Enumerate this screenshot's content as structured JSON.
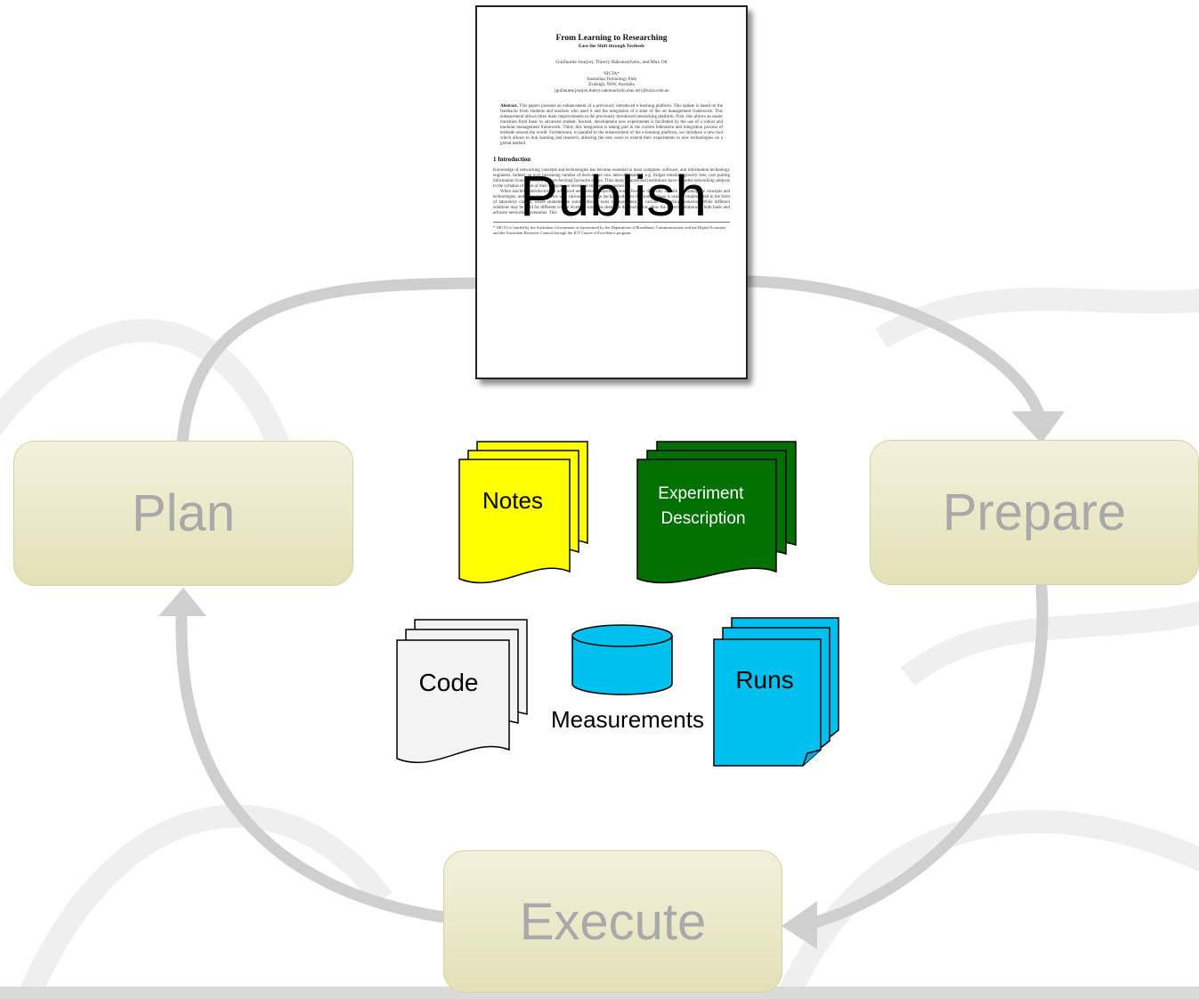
{
  "stages": {
    "plan": "Plan",
    "prepare": "Prepare",
    "execute": "Execute",
    "publish": "Publish"
  },
  "artifacts": {
    "notes": "Notes",
    "experiment_description": [
      "Experiment",
      "Description"
    ],
    "code": "Code",
    "measurements": "Measurements",
    "runs": "Runs"
  },
  "paper": {
    "title": "From Learning to Researching",
    "subtitle": "Ease the Shift through Testbeds",
    "authors": "Guillaume Jourjon, Thierry Rakotoarivelo, and Max Ott",
    "affiliation": [
      "NICTA*",
      "Australian Technology Park",
      "Eveleigh, NSW, Australia",
      "{guillaume.jourjon,thierry.rakotoarivelo,max.ott}@nicta.com.au"
    ],
    "abstract_label": "Abstract.",
    "abstract_text": "This papers presents an enhancement of a previously introduced e-learning platform. This update is based on the feedbacks from students and teachers who used it and the integration of a state of the art management framework. This enhancement allows three main improvements to the previously introduced networking platform. First, this allows an easier transition from basic to advanced student. Second, development new experiments is facilitated by the use of a robust and modular management framework. Third, this integration is taking part in the current federation and integration process of testbeds around the world. Furthermore, in parallel to the enhancement of the e-learning platform, we introduce a new tool which allows to link learning and research, allowing the new users to extend their experiments to new technologies on a global testbed.",
    "section_heading": "1 Introduction",
    "body": [
      "Knowledge of networking concepts and technologies has become essential to most computer, software, and information technology engineers. Indeed, an ever increasing number of devices are now network-enabled, e.g. fridges emailing grocery lists, cars pulling information from highways, TV pre-fetching favourite shows. Thus many educational institutions have included networking subjects in the syllabus of most of their computer or electrical engineering courses.",
      "When teaching introductory or advanced networking subjects, lecturers face the difficulty of both illustrating the concepts and technologies, and assessing students with various knowledge background. This illustration phase is usually implemented in the form of laboratory classes, where students use some software tools to experiment on various networking scenarios. While different solutions may be used for different course levels, it would be desirable that such tools allow the experimentations of both basic and advance networking scenarios. This"
    ],
    "footnote": "* NICTA is funded by the Australian Government as represented by the Department of Broadband, Communications and the Digital Economy and the Australian Research Council through the ICT Centre of Excellence program."
  }
}
